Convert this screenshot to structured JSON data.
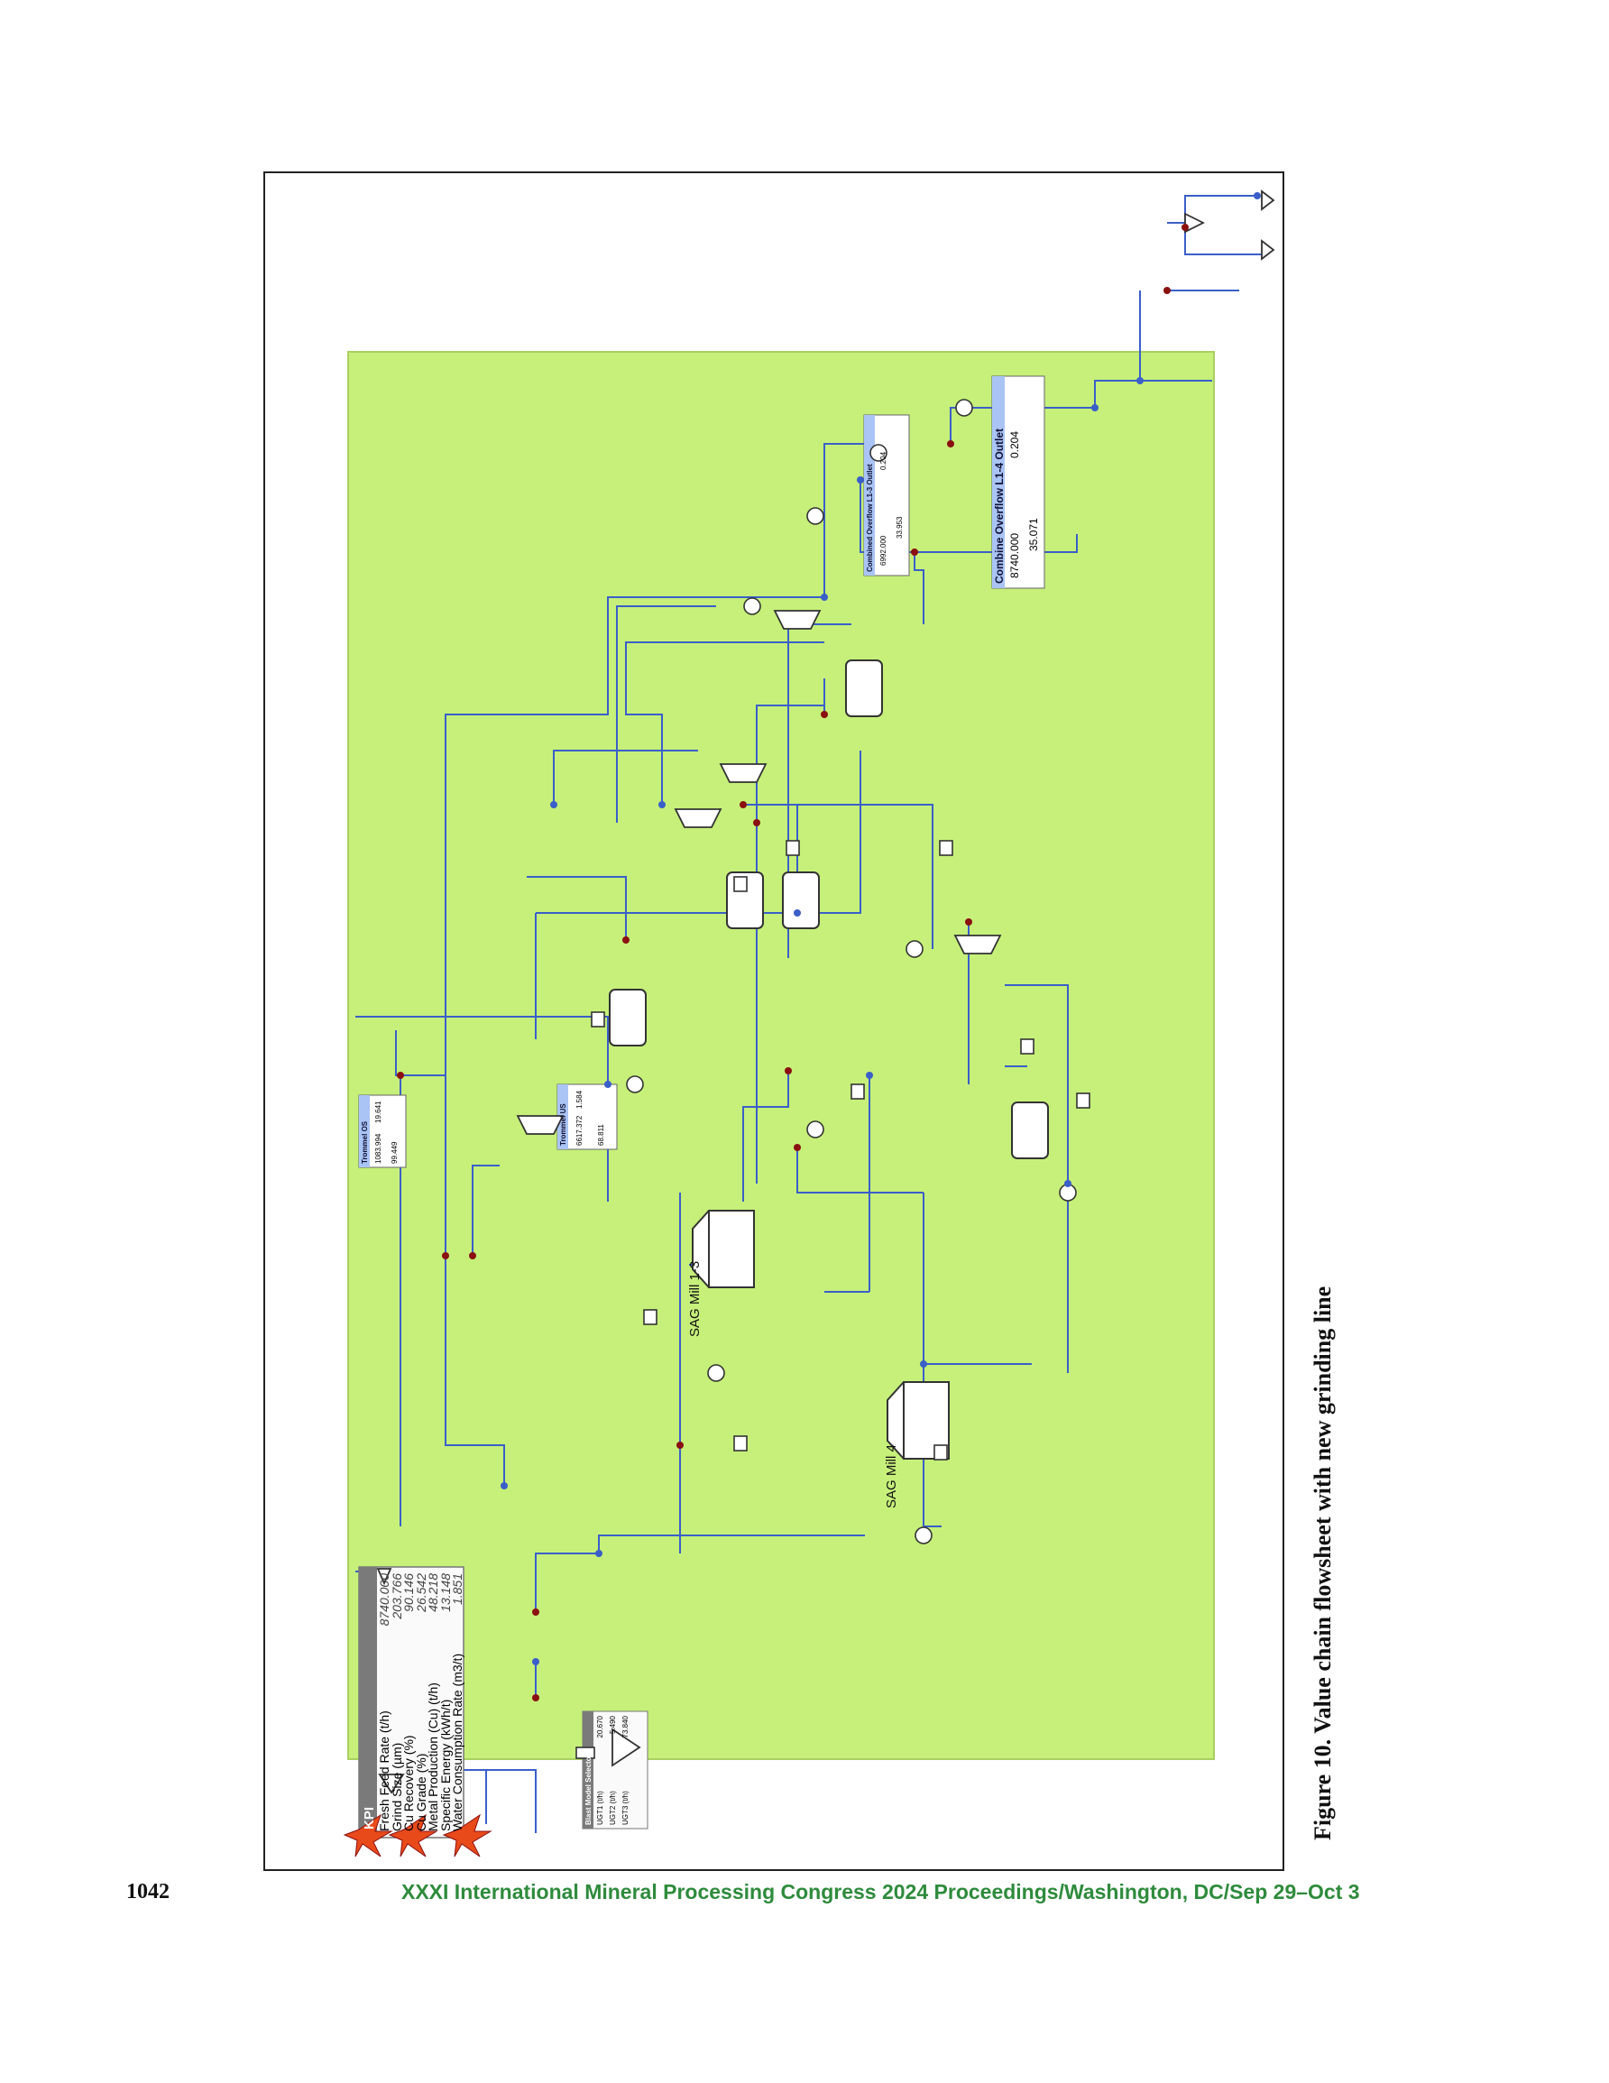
{
  "figure": {
    "caption": "Figure 10. Value chain flowsheet with new grinding line",
    "labels": {
      "sag_mill_1_3": "SAG Mill 1-3",
      "sag_mill_4": "SAG Mill 4"
    },
    "kpi_table": {
      "title": "KPI",
      "rows": [
        {
          "label": "Fresh Feed Rate (t/h)",
          "value": "8740.000"
        },
        {
          "label": "Grind Size (µm)",
          "value": "203.766"
        },
        {
          "label": "Cu Recovery (%)",
          "value": "90.146"
        },
        {
          "label": "Cu Grade (%)",
          "value": "26.542"
        },
        {
          "label": "Metal Production (Cu) (t/h)",
          "value": "48.218"
        },
        {
          "label": "Specific Energy (kWh/t)",
          "value": "13.148"
        },
        {
          "label": "Water Consumption Rate (m3/t)",
          "value": "1.851"
        }
      ]
    },
    "blast_model_selector": {
      "title": "Blast Model Selector",
      "rows": [
        {
          "label": "UGT1 (t/h)",
          "value": "20.670"
        },
        {
          "label": "UGT2 (t/h)",
          "value": "5.490"
        },
        {
          "label": "UGT3 (t/h)",
          "value": "73.840"
        }
      ]
    },
    "trommel_os": {
      "title": "Trommel OS",
      "values": [
        "1083.994",
        "19.641",
        "99.449"
      ]
    },
    "trommel_us": {
      "title": "Trommel US",
      "values": [
        "6617.372",
        "1.584",
        "68.811"
      ]
    },
    "combined_overflow_l13": {
      "title": "Combined Overflow L1-3 Outlet",
      "values": [
        "6992.000",
        "0.204",
        "33.953"
      ]
    },
    "combine_overflow_l14": {
      "title": "Combine Overflow L1-4 Outlet",
      "values": [
        "8740.000",
        "0.204",
        "35.071"
      ]
    },
    "colors": {
      "background": "#c6f07a",
      "stream": "#3a5fc8",
      "header": "#a9c4f5",
      "node_red": "#8b1010"
    }
  },
  "footer": {
    "page_number": "1042",
    "running_title": "XXXI International Mineral Processing Congress 2024 Proceedings/Washington, DC/Sep 29–Oct 3"
  }
}
